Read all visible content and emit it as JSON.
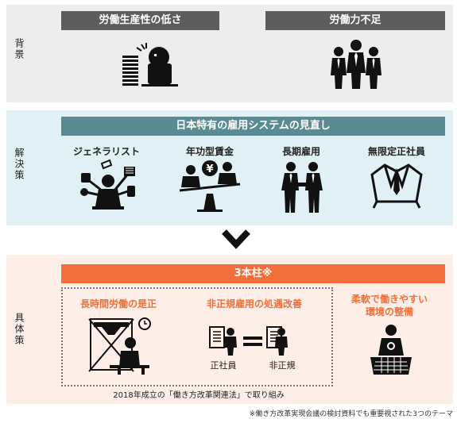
{
  "background": {
    "label": "背景",
    "items": [
      {
        "title": "労働生産性の低さ",
        "icon": "overworked-office-worker-icon"
      },
      {
        "title": "労働力不足",
        "icon": "workforce-group-icon"
      }
    ]
  },
  "solution": {
    "label": "解決策",
    "header": "日本特有の雇用システムの見直し",
    "items": [
      {
        "title": "ジェネラリスト",
        "icon": "multitasking-worker-icon"
      },
      {
        "title": "年功型賃金",
        "icon": "seniority-wage-scale-icon"
      },
      {
        "title": "長期雇用",
        "icon": "long-term-employment-handshake-icon"
      },
      {
        "title": "無限定正社員",
        "icon": "suit-shirt-icon"
      }
    ]
  },
  "concrete": {
    "label": "具体策",
    "header": "3本柱※",
    "items": [
      {
        "title": "長時間労働の是正",
        "icon": "no-long-hours-icon"
      },
      {
        "title": "非正規雇用の処遇改善",
        "icon": "equal-treatment-icon",
        "left_label": "正社員",
        "right_label": "非正規"
      },
      {
        "title_line1": "柔軟で働きやすい",
        "title_line2": "環境の整備",
        "icon": "remote-work-laptop-icon"
      }
    ],
    "caption": "2018年成立の「働き方改革関連法」で取り組み"
  },
  "footnote": "※働き方改革実現会議の検討資料でも重要視された3つのテーマ",
  "colors": {
    "gray_header": "#5d5d5d",
    "teal_header": "#5a8b92",
    "orange_accent": "#f26f3b",
    "band_gray": "#ededed",
    "band_blue": "#e1f0f5",
    "band_pink": "#fdeee8"
  }
}
